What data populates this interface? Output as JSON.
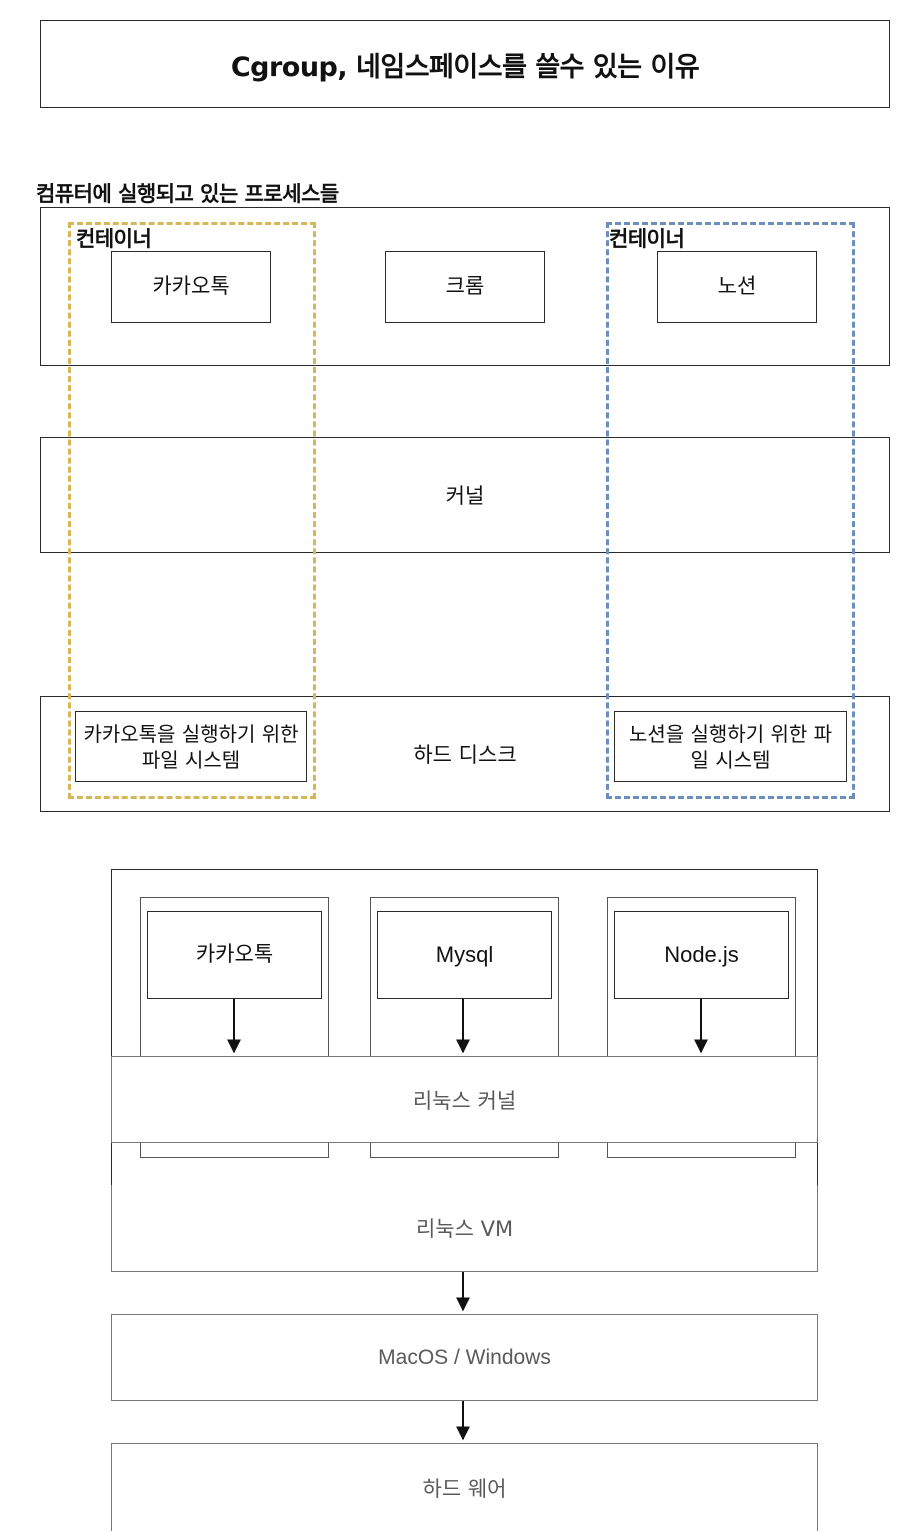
{
  "title": "Cgroup, 네임스페이스를 쓸수 있는 이유",
  "top_diagram": {
    "section_label": "컴퓨터에 실행되고 있는 프로세스들",
    "container_left_label": "컨테이너",
    "container_right_label": "컨테이너",
    "processes": [
      "카카오톡",
      "크롬",
      "노션"
    ],
    "kernel": "커널",
    "hard_disk": "하드 디스크",
    "fs_left": "카카오톡을 실행하기 위한 파일 시스템",
    "fs_right": "노션을 실행하기 위한 파일 시스템",
    "colors": {
      "left_container": "#d6b656",
      "right_container": "#6c8ebf"
    }
  },
  "bottom_diagram": {
    "apps": [
      "카카오톡",
      "Mysql",
      "Node.js"
    ],
    "linux_kernel": "리눅스 커널",
    "linux_vm": "리눅스 VM",
    "host_os": "MacOS / Windows",
    "hardware": "하드 웨어"
  }
}
